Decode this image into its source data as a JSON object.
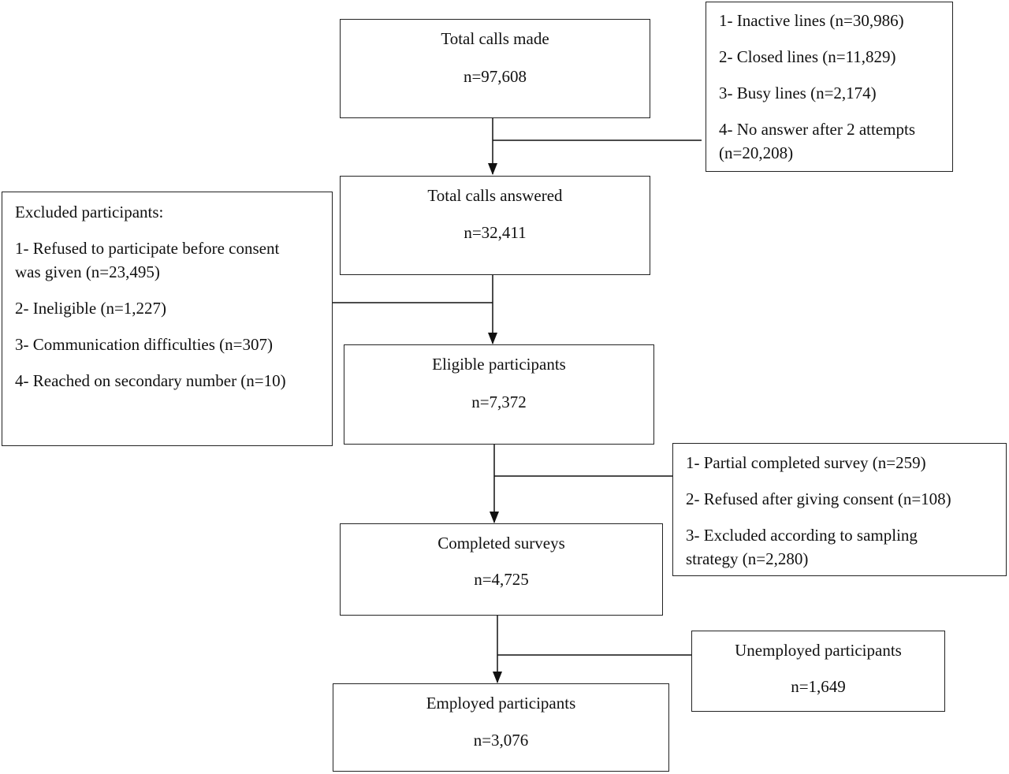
{
  "main_flow": [
    {
      "title": "Total calls made",
      "n": "n=97,608"
    },
    {
      "title": "Total calls answered",
      "n": "n=32,411"
    },
    {
      "title": "Eligible participants",
      "n": "n=7,372"
    },
    {
      "title": "Completed surveys",
      "n": "n=4,725"
    },
    {
      "title": "Employed participants",
      "n": "n=3,076"
    }
  ],
  "unanswered": {
    "items": [
      "1- Inactive lines (n=30,986)",
      "2- Closed lines (n=11,829)",
      "3- Busy lines (n=2,174)",
      "4- No answer after 2 attempts",
      "(n=20,208)"
    ]
  },
  "excluded": {
    "heading": "Excluded participants:",
    "items": [
      "1- Refused to participate before consent",
      "was given (n=23,495)",
      "2- Ineligible (n=1,227)",
      "3- Communication difficulties (n=307)",
      "4- Reached on secondary number (n=10)"
    ]
  },
  "incomplete": {
    "items": [
      "1- Partial completed survey (n=259)",
      "2- Refused after giving consent (n=108)",
      "3- Excluded according to sampling",
      "strategy (n=2,280)"
    ]
  },
  "unemployed": {
    "title": "Unemployed participants",
    "n": "n=1,649"
  }
}
